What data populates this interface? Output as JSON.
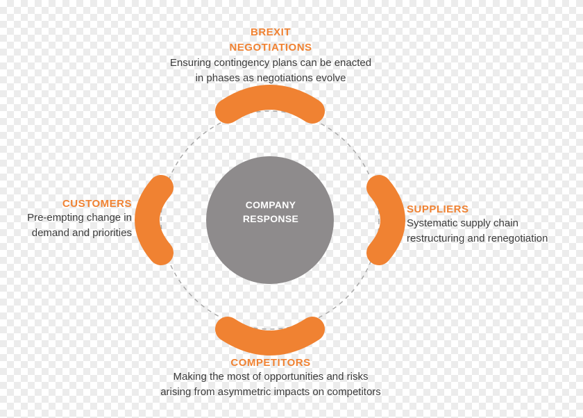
{
  "colors": {
    "accent": "#f08232",
    "hub": "#8e8b8c",
    "text": "#3b3b3b",
    "ring": "#a8a8a8"
  },
  "center": {
    "label": "COMPANY\nRESPONSE"
  },
  "nodes": {
    "top": {
      "title": "BREXIT\nNEGOTIATIONS",
      "description": "Ensuring contingency plans can be enacted\nin phases as negotiations evolve"
    },
    "right": {
      "title": "SUPPLIERS",
      "description": "Systematic supply chain\nrestructuring and renegotiation"
    },
    "bottom": {
      "title": "COMPETITORS",
      "description": "Making the most of opportunities and risks\narising from asymmetric impacts on competitors"
    },
    "left": {
      "title": "CUSTOMERS",
      "description": "Pre-empting change in\ndemand and priorities"
    }
  }
}
